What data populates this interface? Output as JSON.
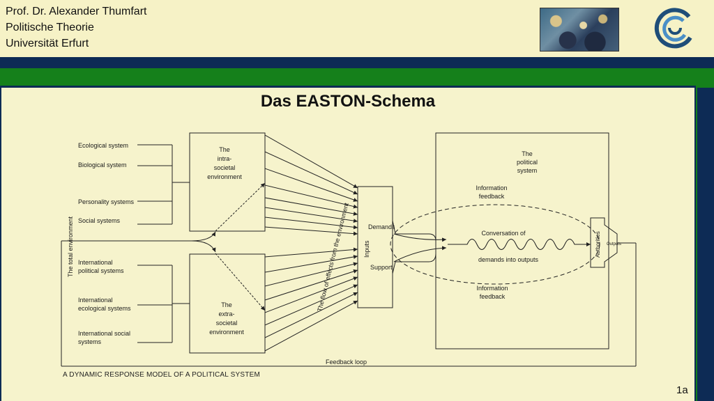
{
  "header": {
    "author": "Prof. Dr. Alexander Thumfart",
    "subject": "Politische Theorie",
    "university": "Universität Erfurt"
  },
  "slide": {
    "title": "Das EASTON-Schema",
    "page_number": "1a"
  },
  "diagram": {
    "total_environment": "The total environment",
    "intra_systems": [
      "Ecological system",
      "Biological system",
      "Personality systems",
      "Social systems"
    ],
    "intra_box": [
      "The",
      "intra-",
      "societal",
      "environment"
    ],
    "inter_systems": [
      [
        "International",
        "political systems"
      ],
      [
        "International",
        "ecological systems"
      ],
      [
        "International social",
        "systems"
      ]
    ],
    "extra_box": [
      "The",
      "extra-",
      "societal",
      "environment"
    ],
    "flow_label": "The flow of effects from the environment",
    "inputs": "Inputs",
    "demands": "Demands",
    "support": "Support",
    "political_system": [
      "The",
      "political",
      "system"
    ],
    "info_feedback_top": [
      "Information",
      "feedback"
    ],
    "conversation": "Conversation of",
    "conversation2": "demands into outputs",
    "info_feedback_bottom": [
      "Information",
      "feedback"
    ],
    "authorities": "Authorities",
    "outputs": "Outputs",
    "feedback_loop": "Feedback loop",
    "caption": "A DYNAMIC RESPONSE MODEL OF A POLITICAL SYSTEM"
  }
}
